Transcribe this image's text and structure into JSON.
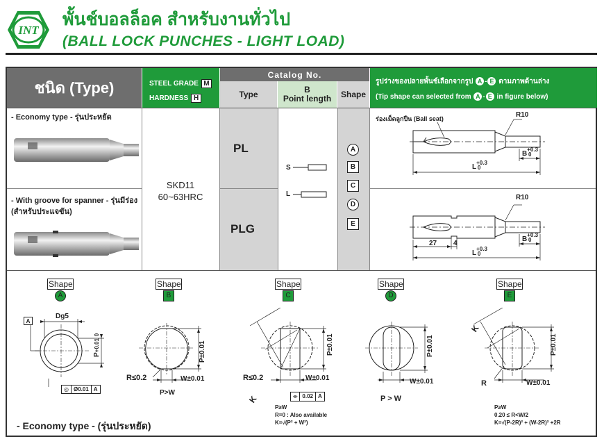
{
  "header": {
    "logo_text": "INT",
    "title_th": "พั้นช์บอลล็อค สำหรับงานทั่วไป",
    "title_en": "(BALL LOCK PUNCHES - LIGHT LOAD)"
  },
  "table_head": {
    "type": "ชนิด (Type)",
    "steel_grade": "STEEL GRADE",
    "steel_grade_badge": "M",
    "hardness": "HARDNESS",
    "hardness_badge": "H",
    "catalog_no": "Catalog No.",
    "col_type": "Type",
    "col_point_b": "B",
    "col_point_length": "Point length",
    "col_shape": "Shape",
    "tip_line1_pre": "รูปร่างของปลายพั้นช์เลือกจากรูป",
    "tip_line1_a": "A",
    "tip_line1_dash": "-",
    "tip_line1_e": "E",
    "tip_line1_post": "ตามภาพด้านล่าง",
    "tip_line2_pre": "(Tip shape can selected from",
    "tip_line2_a": "A",
    "tip_line2_dash": "-",
    "tip_line2_e": "E",
    "tip_line2_post": "in figure below)"
  },
  "rows": [
    {
      "type_text": "- Economy type - รุ่นประหยัด",
      "code": "PL"
    },
    {
      "type_text": "- With groove for spanner - รุ่นมีร่อง (สำหรับประแจขัน)",
      "code": "PLG"
    }
  ],
  "material": {
    "grade": "SKD11",
    "hardness": "60~63HRC"
  },
  "point_lengths": [
    "S",
    "L"
  ],
  "shape_codes": [
    "A",
    "B",
    "C",
    "D",
    "E"
  ],
  "diagram_pl": {
    "ball_seat_th": "ร่องเม็ดลูกปืน",
    "ball_seat_en": "(Ball seat)",
    "r_label": "R10",
    "b_label": "B",
    "b_tol_plus": "+0.3",
    "b_tol_zero": "0",
    "l_label": "L",
    "l_tol_plus": "+0.3",
    "l_tol_zero": "0"
  },
  "diagram_plg": {
    "r_label": "R10",
    "dim_27": "27",
    "dim_4": "4",
    "b_label": "B",
    "b_tol_plus": "+0.3",
    "b_tol_zero": "0",
    "l_label": "L",
    "l_tol_plus": "+0.3",
    "l_tol_zero": "0"
  },
  "shapes": [
    {
      "label": "Shape",
      "code": "A",
      "top": "Dg5",
      "datum": "A",
      "side": "P",
      "side_tol_plus": "+0.01",
      "side_tol_zero": "0",
      "fcf_sym": "◎",
      "fcf_value": "Ø0.01",
      "fcf_datum": "A"
    },
    {
      "label": "Shape",
      "code": "B",
      "side": "P±0.01",
      "bottom": "W±0.01",
      "radius": "R≤0.2",
      "cond": "P>W"
    },
    {
      "label": "Shape",
      "code": "C",
      "diag": "K",
      "side": "P±0.01",
      "bottom": "W±0.01",
      "radius": "R≤0.2",
      "fcf_sym": "⌯",
      "fcf_value": "0.02",
      "fcf_datum": "A",
      "notes": [
        "P≥W",
        "R=0 : Also available",
        "K=√(P² + W²)"
      ]
    },
    {
      "label": "Shape",
      "code": "D",
      "side": "P±0.01",
      "bottom": "W±0.01",
      "cond": "P > W"
    },
    {
      "label": "Shape",
      "code": "E",
      "diag": "K",
      "side": "P±0.01",
      "bottom": "W±0.01",
      "radius": "R",
      "notes": [
        "P≥W",
        "0.20 ≤ R<W/2",
        "K=√(P-2R)² + (W-2R)² +2R"
      ]
    }
  ],
  "footer": {
    "note": "- Economy type - (รุ่นประหยัด)"
  },
  "colors": {
    "brand_green": "#1f9b3a",
    "header_gray": "#6e6e6e",
    "cell_gray": "#d4d4d4",
    "pale_green": "#cfe6cc"
  }
}
